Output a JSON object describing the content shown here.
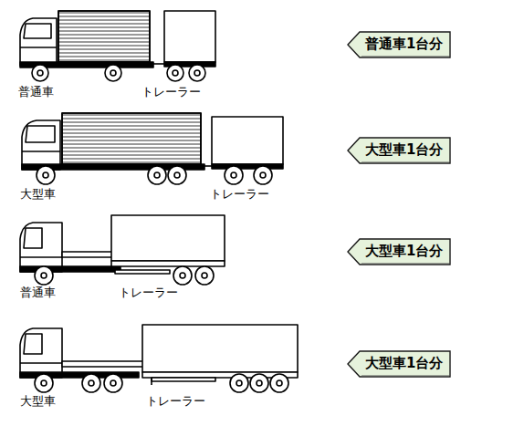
{
  "diagram": {
    "nodes": [
      {
        "text": [
          "普通車1台分"
        ]
      },
      {
        "text": [
          "大型車1台分"
        ]
      },
      {
        "text": [
          "大型車1台分"
        ]
      },
      {
        "text": [
          "大型車1台分"
        ]
      }
    ],
    "labels": [
      "普通車",
      "トレーラー",
      "大型車",
      "トレーラー",
      "普通車",
      "トレーラー",
      "大型車",
      "トレーラー"
    ]
  }
}
